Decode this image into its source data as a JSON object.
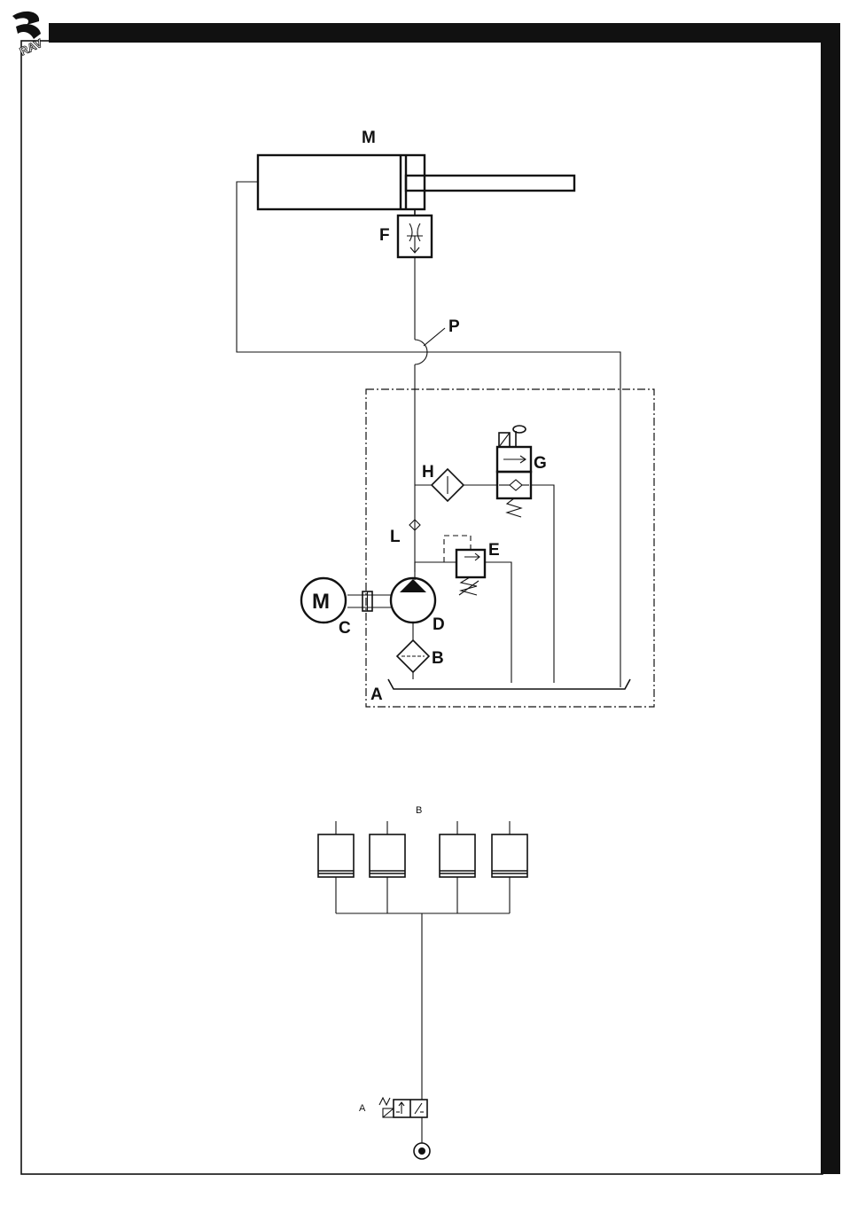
{
  "logo": {
    "text": "RAV"
  },
  "diagram_top": {
    "labels": {
      "cylinder": "M",
      "flow_valve": "F",
      "pipe_crossing": "P",
      "filter_h": "H",
      "solenoid_valve": "G",
      "check_valve": "L",
      "relief_valve": "E",
      "motor": "C",
      "motor_symbol": "M",
      "pump": "D",
      "suction_filter": "B",
      "tank": "A"
    }
  },
  "diagram_bottom": {
    "labels": {
      "cylinders": "B",
      "control_valve": "A"
    }
  }
}
